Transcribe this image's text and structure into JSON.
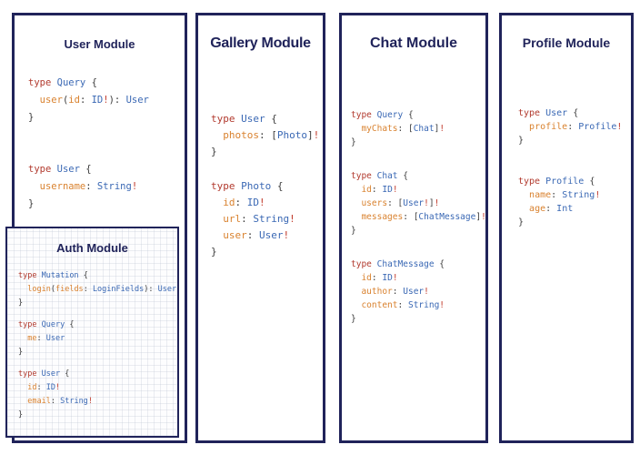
{
  "colors": {
    "navy": "#20235a",
    "keyword": "#b23a2e",
    "typename": "#3a68b4",
    "field": "#d9822f",
    "punct": "#3c3c3c",
    "bang": "#c23b2c",
    "box_bg": "#ffffff"
  },
  "modules": [
    {
      "title": "User Module",
      "blocks": [
        [
          [
            [
              "type",
              "k"
            ],
            [
              " "
            ],
            [
              "Query",
              "t"
            ],
            [
              " "
            ],
            [
              "{",
              "p"
            ]
          ],
          [
            [
              "  "
            ],
            [
              "user",
              "f"
            ],
            [
              "(",
              "p"
            ],
            [
              "id",
              "f"
            ],
            [
              ":",
              "p"
            ],
            [
              " "
            ],
            [
              "ID",
              "t"
            ],
            [
              "!",
              "e"
            ],
            [
              "):",
              "p"
            ],
            [
              " "
            ],
            [
              "User",
              "t"
            ]
          ],
          [
            [
              "}",
              "p"
            ]
          ]
        ],
        [
          [
            [
              "type",
              "k"
            ],
            [
              " "
            ],
            [
              "User",
              "t"
            ],
            [
              " "
            ],
            [
              "{",
              "p"
            ]
          ],
          [
            [
              "  "
            ],
            [
              "username",
              "f"
            ],
            [
              ":",
              "p"
            ],
            [
              " "
            ],
            [
              "String",
              "t"
            ],
            [
              "!",
              "e"
            ]
          ],
          [
            [
              "}",
              "p"
            ]
          ]
        ]
      ]
    },
    {
      "title": "Gallery Module",
      "blocks": [
        [
          [
            [
              "type",
              "k"
            ],
            [
              " "
            ],
            [
              "User",
              "t"
            ],
            [
              " "
            ],
            [
              "{",
              "p"
            ]
          ],
          [
            [
              "  "
            ],
            [
              "photos",
              "f"
            ],
            [
              ":",
              "p"
            ],
            [
              " "
            ],
            [
              "[",
              "p"
            ],
            [
              "Photo",
              "t"
            ],
            [
              "]",
              "p"
            ],
            [
              "!",
              "e"
            ]
          ],
          [
            [
              "}",
              "p"
            ]
          ]
        ],
        [
          [
            [
              "type",
              "k"
            ],
            [
              " "
            ],
            [
              "Photo",
              "t"
            ],
            [
              " "
            ],
            [
              "{",
              "p"
            ]
          ],
          [
            [
              "  "
            ],
            [
              "id",
              "f"
            ],
            [
              ":",
              "p"
            ],
            [
              " "
            ],
            [
              "ID",
              "t"
            ],
            [
              "!",
              "e"
            ]
          ],
          [
            [
              "  "
            ],
            [
              "url",
              "f"
            ],
            [
              ":",
              "p"
            ],
            [
              " "
            ],
            [
              "String",
              "t"
            ],
            [
              "!",
              "e"
            ]
          ],
          [
            [
              "  "
            ],
            [
              "user",
              "f"
            ],
            [
              ":",
              "p"
            ],
            [
              " "
            ],
            [
              "User",
              "t"
            ],
            [
              "!",
              "e"
            ]
          ],
          [
            [
              "}",
              "p"
            ]
          ]
        ]
      ]
    },
    {
      "title": "Chat Module",
      "blocks": [
        [
          [
            [
              "type",
              "k"
            ],
            [
              " "
            ],
            [
              "Query",
              "t"
            ],
            [
              " "
            ],
            [
              "{",
              "p"
            ]
          ],
          [
            [
              "  "
            ],
            [
              "myChats",
              "f"
            ],
            [
              ":",
              "p"
            ],
            [
              " "
            ],
            [
              "[",
              "p"
            ],
            [
              "Chat",
              "t"
            ],
            [
              "]",
              "p"
            ],
            [
              "!",
              "e"
            ]
          ],
          [
            [
              "}",
              "p"
            ]
          ]
        ],
        [
          [
            [
              "type",
              "k"
            ],
            [
              " "
            ],
            [
              "Chat",
              "t"
            ],
            [
              " "
            ],
            [
              "{",
              "p"
            ]
          ],
          [
            [
              "  "
            ],
            [
              "id",
              "f"
            ],
            [
              ":",
              "p"
            ],
            [
              " "
            ],
            [
              "ID",
              "t"
            ],
            [
              "!",
              "e"
            ]
          ],
          [
            [
              "  "
            ],
            [
              "users",
              "f"
            ],
            [
              ":",
              "p"
            ],
            [
              " "
            ],
            [
              "[",
              "p"
            ],
            [
              "User",
              "t"
            ],
            [
              "!",
              "e"
            ],
            [
              "]",
              "p"
            ],
            [
              "!",
              "e"
            ]
          ],
          [
            [
              "  "
            ],
            [
              "messages",
              "f"
            ],
            [
              ":",
              "p"
            ],
            [
              " "
            ],
            [
              "[",
              "p"
            ],
            [
              "ChatMessage",
              "t"
            ],
            [
              "]",
              "p"
            ],
            [
              "!",
              "e"
            ]
          ],
          [
            [
              "}",
              "p"
            ]
          ]
        ],
        [
          [
            [
              "type",
              "k"
            ],
            [
              " "
            ],
            [
              "ChatMessage",
              "t"
            ],
            [
              " "
            ],
            [
              "{",
              "p"
            ]
          ],
          [
            [
              "  "
            ],
            [
              "id",
              "f"
            ],
            [
              ":",
              "p"
            ],
            [
              " "
            ],
            [
              "ID",
              "t"
            ],
            [
              "!",
              "e"
            ]
          ],
          [
            [
              "  "
            ],
            [
              "author",
              "f"
            ],
            [
              ":",
              "p"
            ],
            [
              " "
            ],
            [
              "User",
              "t"
            ],
            [
              "!",
              "e"
            ]
          ],
          [
            [
              "  "
            ],
            [
              "content",
              "f"
            ],
            [
              ":",
              "p"
            ],
            [
              " "
            ],
            [
              "String",
              "t"
            ],
            [
              "!",
              "e"
            ]
          ],
          [
            [
              "}",
              "p"
            ]
          ]
        ]
      ]
    },
    {
      "title": "Profile Module",
      "blocks": [
        [
          [
            [
              "type",
              "k"
            ],
            [
              " "
            ],
            [
              "User",
              "t"
            ],
            [
              " "
            ],
            [
              "{",
              "p"
            ]
          ],
          [
            [
              "  "
            ],
            [
              "profile",
              "f"
            ],
            [
              ":",
              "p"
            ],
            [
              " "
            ],
            [
              "Profile",
              "t"
            ],
            [
              "!",
              "e"
            ]
          ],
          [
            [
              "}",
              "p"
            ]
          ]
        ],
        [
          [
            [
              "type",
              "k"
            ],
            [
              " "
            ],
            [
              "Profile",
              "t"
            ],
            [
              " "
            ],
            [
              "{",
              "p"
            ]
          ],
          [
            [
              "  "
            ],
            [
              "name",
              "f"
            ],
            [
              ":",
              "p"
            ],
            [
              " "
            ],
            [
              "String",
              "t"
            ],
            [
              "!",
              "e"
            ]
          ],
          [
            [
              "  "
            ],
            [
              "age",
              "f"
            ],
            [
              ":",
              "p"
            ],
            [
              " "
            ],
            [
              "Int",
              "t"
            ]
          ],
          [
            [
              "}",
              "p"
            ]
          ]
        ]
      ]
    },
    {
      "title": "Auth Module",
      "blocks": [
        [
          [
            [
              "type",
              "k"
            ],
            [
              " "
            ],
            [
              "Mutation",
              "t"
            ],
            [
              " "
            ],
            [
              "{",
              "p"
            ]
          ],
          [
            [
              "  "
            ],
            [
              "login",
              "f"
            ],
            [
              "(",
              "p"
            ],
            [
              "fields",
              "f"
            ],
            [
              ":",
              "p"
            ],
            [
              " "
            ],
            [
              "LoginFields",
              "t"
            ],
            [
              "):",
              "p"
            ],
            [
              " "
            ],
            [
              "User",
              "t"
            ]
          ],
          [
            [
              "}",
              "p"
            ]
          ]
        ],
        [
          [
            [
              "type",
              "k"
            ],
            [
              " "
            ],
            [
              "Query",
              "t"
            ],
            [
              " "
            ],
            [
              "{",
              "p"
            ]
          ],
          [
            [
              "  "
            ],
            [
              "me",
              "f"
            ],
            [
              ":",
              "p"
            ],
            [
              " "
            ],
            [
              "User",
              "t"
            ]
          ],
          [
            [
              "}",
              "p"
            ]
          ]
        ],
        [
          [
            [
              "type",
              "k"
            ],
            [
              " "
            ],
            [
              "User",
              "t"
            ],
            [
              " "
            ],
            [
              "{",
              "p"
            ]
          ],
          [
            [
              "  "
            ],
            [
              "id",
              "f"
            ],
            [
              ":",
              "p"
            ],
            [
              " "
            ],
            [
              "ID",
              "t"
            ],
            [
              "!",
              "e"
            ]
          ],
          [
            [
              "  "
            ],
            [
              "email",
              "f"
            ],
            [
              ":",
              "p"
            ],
            [
              " "
            ],
            [
              "String",
              "t"
            ],
            [
              "!",
              "e"
            ]
          ],
          [
            [
              "}",
              "p"
            ]
          ]
        ]
      ]
    }
  ]
}
